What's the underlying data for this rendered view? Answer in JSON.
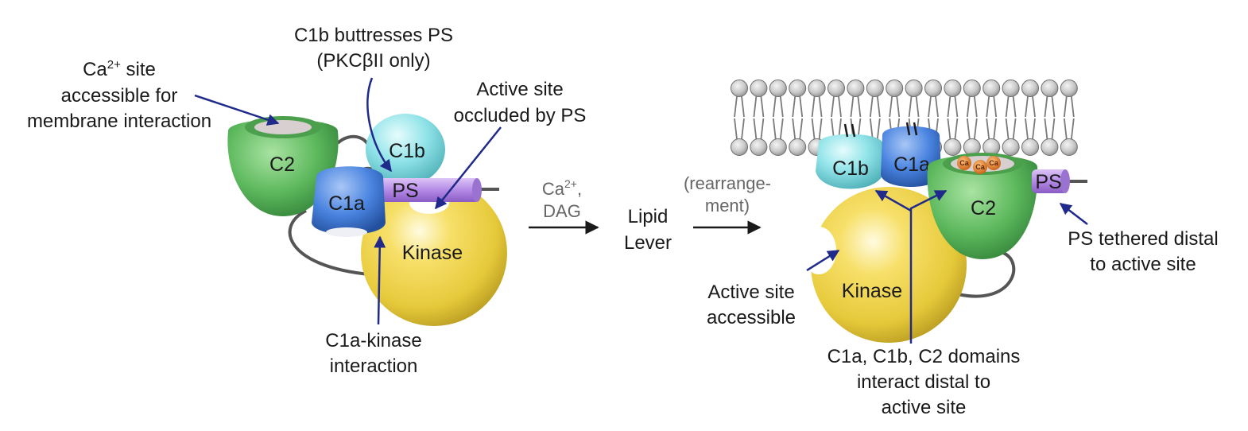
{
  "labels": {
    "ca_site": {
      "line1": "Ca",
      "sup": "2+",
      "line1_end": " site",
      "line2": "accessible for",
      "line3": "membrane interaction"
    },
    "c1b_buttress": {
      "line1": "C1b buttresses PS",
      "line2": "(PKCβII only)"
    },
    "active_occluded": {
      "line1": "Active site",
      "line2": "occluded by PS"
    },
    "c1a_kinase": {
      "line1": "C1a-kinase",
      "line2": "interaction"
    },
    "ca_dag": {
      "line1": "Ca",
      "sup": "2+",
      "line1_end": ",",
      "line2": "DAG"
    },
    "lipid_lever": {
      "line1": "Lipid",
      "line2": "Lever"
    },
    "rearrange": {
      "line1": "(rearrange-",
      "line2": "ment)"
    },
    "active_accessible": {
      "line1": "Active site",
      "line2": "accessible"
    },
    "domains_interact": {
      "line1": "C1a, C1b, C2 domains",
      "line2": "interact distal to",
      "line3": "active site"
    },
    "ps_tethered": {
      "line1": "PS tethered distal",
      "line2": "to active site"
    }
  },
  "domains_left": {
    "c2": "C2",
    "c1b": "C1b",
    "c1a": "C1a",
    "ps": "PS",
    "kinase": "Kinase"
  },
  "domains_right": {
    "c1b": "C1b",
    "c1a": "C1a",
    "c2": "C2",
    "ps": "PS",
    "kinase": "Kinase"
  },
  "calcium": [
    "Ca",
    "Ca",
    "Ca"
  ],
  "colors": {
    "c2": "#5cb85c",
    "c1b": "#8fe3e8",
    "c1a": "#4a84e0",
    "ps": "#b48ae6",
    "kinase": "#f0d64a",
    "arrow": "#1f2a8a",
    "membrane_head": "#c8c8c8",
    "calcium": "#e07c2a"
  }
}
